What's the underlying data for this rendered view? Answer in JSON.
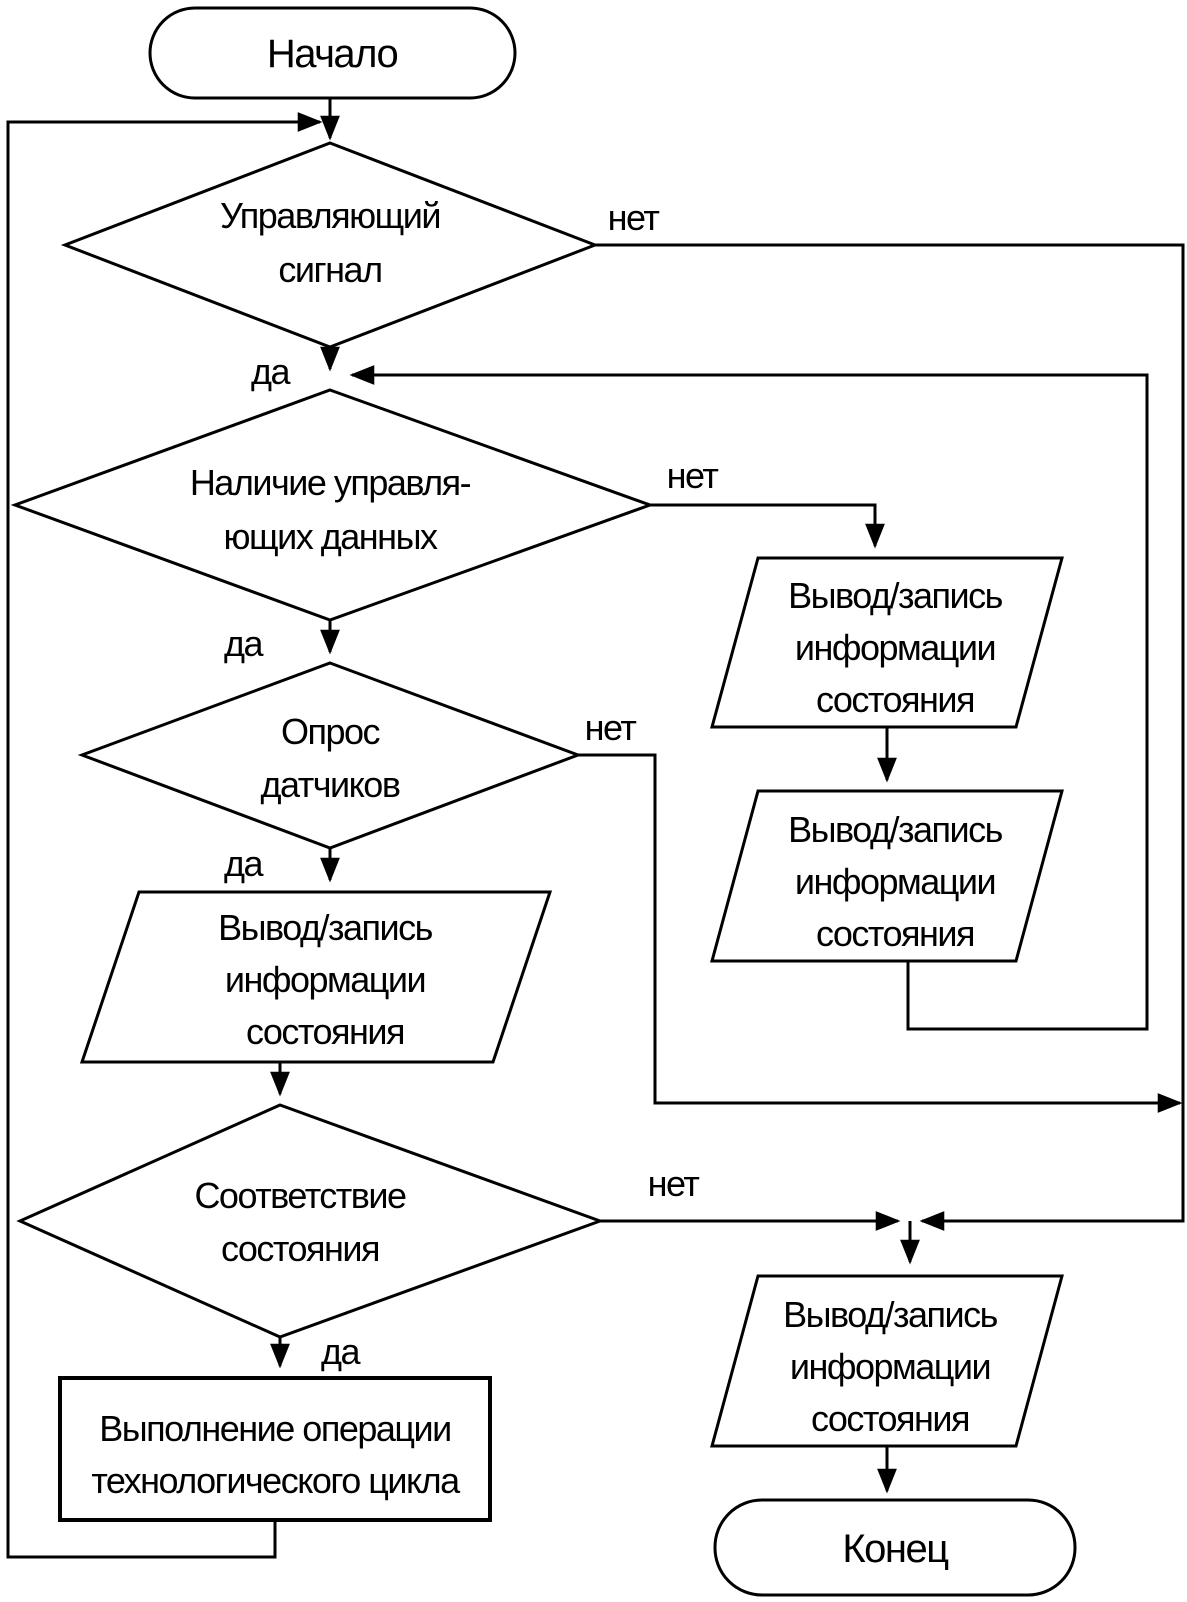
{
  "diagram": {
    "title": "Technological cycle control flowchart",
    "labels": {
      "yes": "да",
      "no": "нет"
    },
    "nodes": {
      "start": {
        "text": "Начало",
        "type": "terminator"
      },
      "decision_control_signal": {
        "lines": [
          "Управляющий",
          "сигнал"
        ],
        "type": "decision"
      },
      "decision_control_data": {
        "lines": [
          "Наличие управля-",
          "ющих данных"
        ],
        "type": "decision"
      },
      "decision_sensor_poll": {
        "lines": [
          "Опрос",
          "датчиков"
        ],
        "type": "decision"
      },
      "io_state_left": {
        "lines": [
          "Вывод/запись",
          "информации",
          "состояния"
        ],
        "type": "input-output"
      },
      "decision_state_match": {
        "lines": [
          "Соответствие",
          "состояния"
        ],
        "type": "decision"
      },
      "process_tech_cycle": {
        "lines": [
          "Выполнение операции",
          "технологического цикла"
        ],
        "type": "process"
      },
      "io_state_right_top": {
        "lines": [
          "Вывод/запись",
          "информации",
          "состояния"
        ],
        "type": "input-output"
      },
      "io_state_right_mid": {
        "lines": [
          "Вывод/запись",
          "информации",
          "состояния"
        ],
        "type": "input-output"
      },
      "io_state_bottom": {
        "lines": [
          "Вывод/запись",
          "информации",
          "состояния"
        ],
        "type": "input-output"
      },
      "end": {
        "text": "Конец",
        "type": "terminator"
      }
    },
    "colors": {
      "stroke": "#000000",
      "background": "#ffffff"
    }
  }
}
